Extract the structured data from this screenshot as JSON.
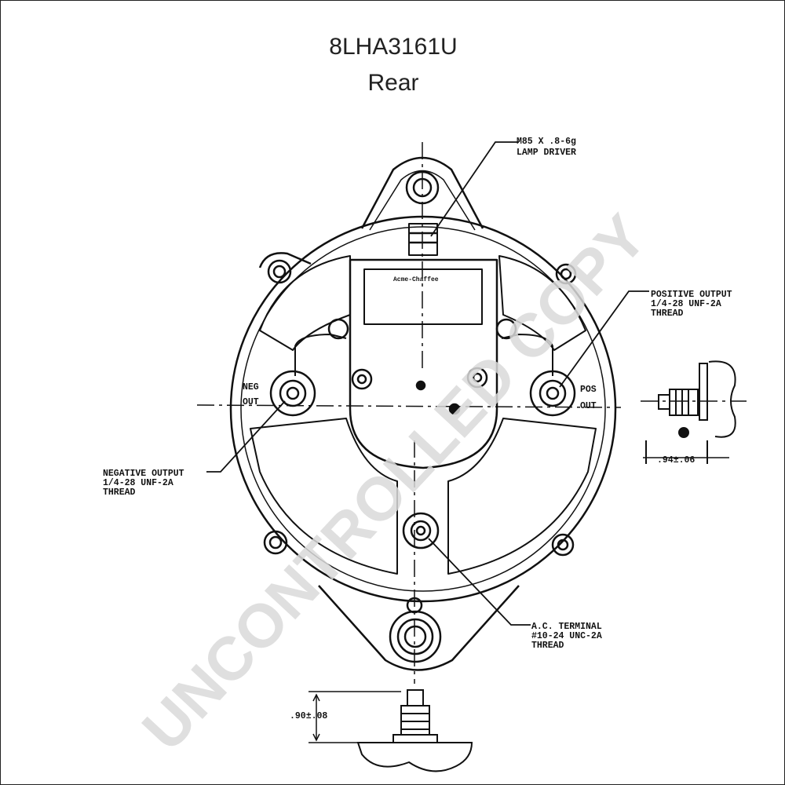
{
  "title": "8LHA3161U",
  "subtitle": "Rear",
  "watermark": "UNCONTROLLED COPY",
  "labels": {
    "lamp_driver": [
      "M85 X .8-6g",
      "LAMP DRIVER"
    ],
    "positive_output": [
      "POSITIVE OUTPUT",
      "1/4-28 UNF-2A",
      "THREAD"
    ],
    "negative_output": [
      "NEGATIVE OUTPUT",
      "1/4-28 UNF-2A",
      "THREAD"
    ],
    "ac_terminal": [
      "A.C. TERMINAL",
      "#10-24 UNC-2A",
      "THREAD"
    ],
    "neg_out": [
      "NEG",
      "OUT"
    ],
    "pos_out": [
      "POS",
      "OUT"
    ],
    "regulator_brand": "Acme-Chaffee",
    "side_dimension": ".94±.06",
    "bottom_dimension": ".90±.08"
  }
}
